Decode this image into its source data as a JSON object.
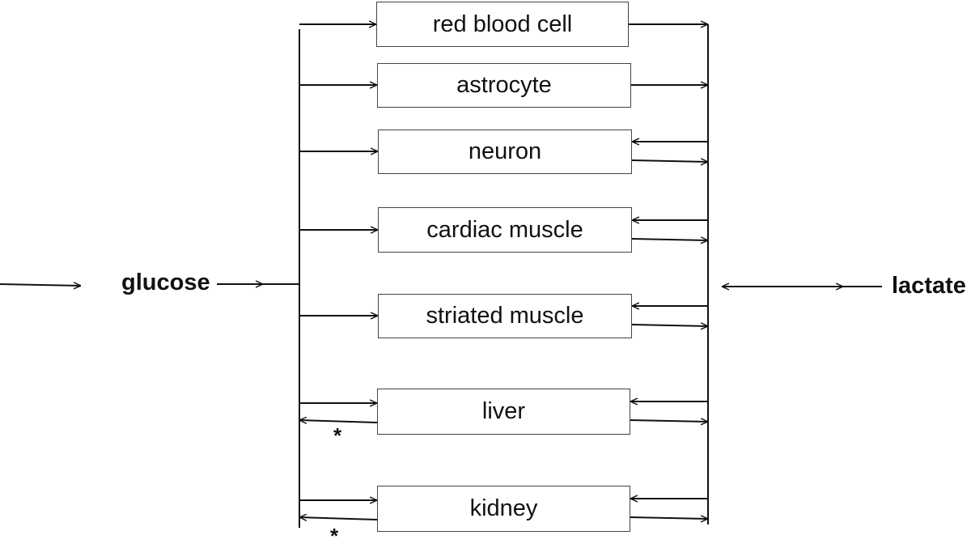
{
  "diagram": {
    "input_label": "glucose",
    "output_label": "lactate",
    "star_marker": "*",
    "tissues": [
      {
        "key": "red-blood-cell",
        "label": "red blood cell",
        "lactate_flow": "out",
        "glucose_return": false
      },
      {
        "key": "astrocyte",
        "label": "astrocyte",
        "lactate_flow": "out",
        "glucose_return": false
      },
      {
        "key": "neuron",
        "label": "neuron",
        "lactate_flow": "both",
        "glucose_return": false
      },
      {
        "key": "cardiac-muscle",
        "label": "cardiac muscle",
        "lactate_flow": "both",
        "glucose_return": false
      },
      {
        "key": "striated-muscle",
        "label": "striated muscle",
        "lactate_flow": "both",
        "glucose_return": false
      },
      {
        "key": "liver",
        "label": "liver",
        "lactate_flow": "both",
        "glucose_return": true
      },
      {
        "key": "kidney",
        "label": "kidney",
        "lactate_flow": "both",
        "glucose_return": true
      }
    ]
  }
}
